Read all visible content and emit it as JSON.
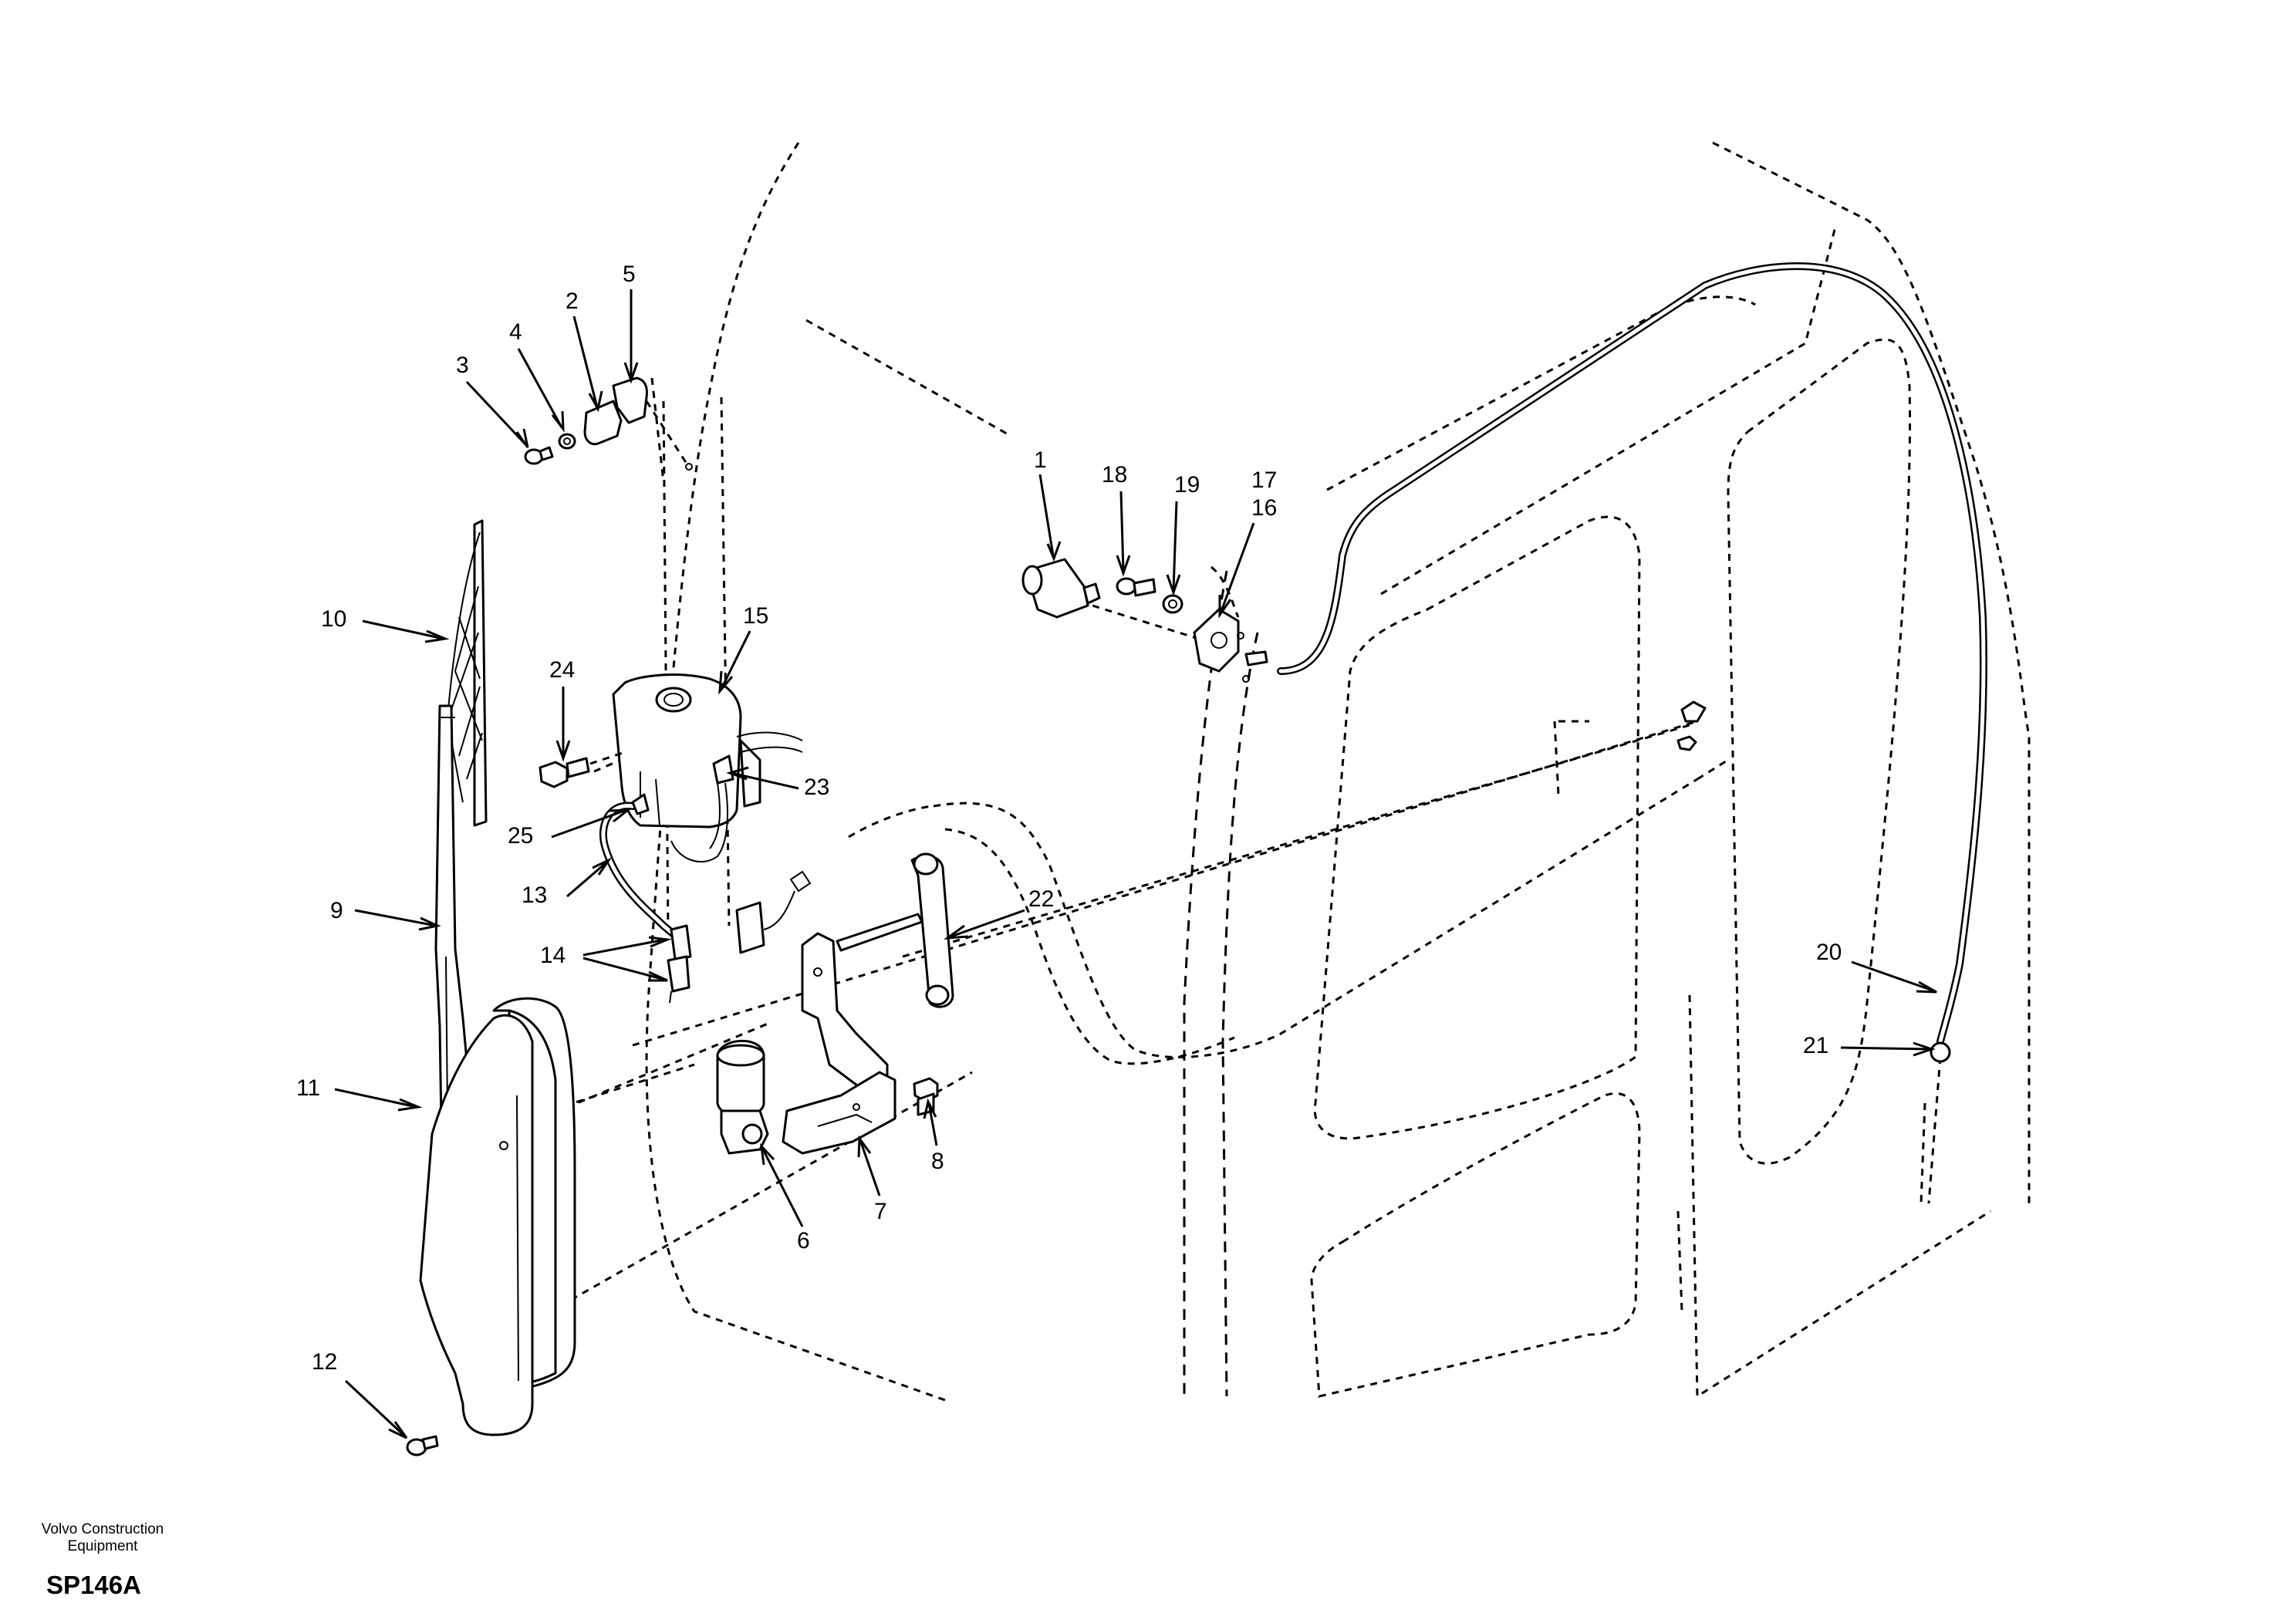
{
  "footer": {
    "brand_line1": "Volvo Construction",
    "brand_line2": "Equipment",
    "drawing_code": "SP146A"
  },
  "callouts": [
    "1",
    "2",
    "3",
    "4",
    "5",
    "6",
    "7",
    "8",
    "9",
    "10",
    "11",
    "12",
    "13",
    "14",
    "15",
    "16",
    "17",
    "18",
    "19",
    "20",
    "21",
    "22",
    "23",
    "24",
    "25"
  ]
}
